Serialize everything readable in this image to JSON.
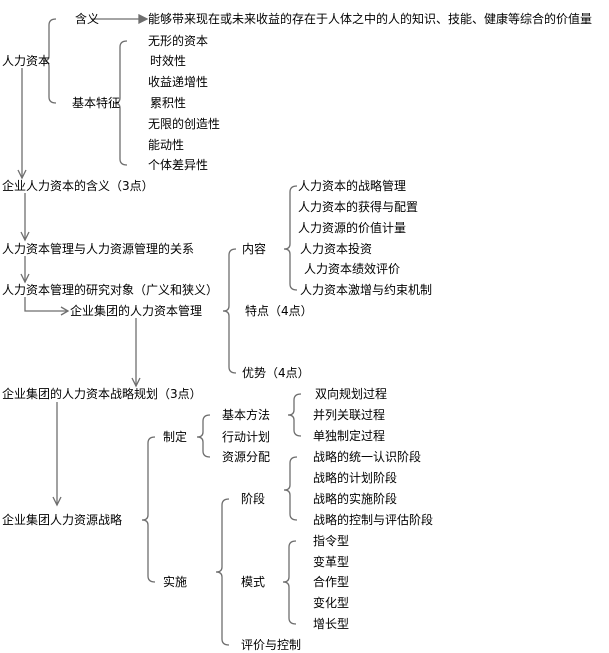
{
  "human_capital": {
    "root": "人力资本",
    "meaning_label": "含义",
    "meaning_text": "能够带来现在或未来收益的存在于人体之中的人的知识、技能、健康等综合的价值量",
    "features_label": "基本特征",
    "features": [
      "无形的资本",
      "时效性",
      "收益递增性",
      "累积性",
      "无限的创造性",
      "能动性",
      "个体差异性"
    ]
  },
  "flow": {
    "enterprise_meaning": "企业人力资本的含义（3点）",
    "relation": "人力资本管理与人力资源管理的关系",
    "research_object": "人力资本管理的研究对象（广义和狭义）",
    "group_management": "企业集团的人力资本管理",
    "strategic_planning": "企业集团的人力资本战略规划（3点）",
    "hr_strategy": "企业集团人力资源战略"
  },
  "group_management": {
    "content_label": "内容",
    "content_items": [
      "人力资本的战略管理",
      "人力资本的获得与配置",
      "人力资源的价值计量",
      "人力资本投资",
      "人力资本绩效评价",
      "人力资本激增与约束机制"
    ],
    "features_label": "特点（4点）",
    "advantages_label": "优势（4点）"
  },
  "hr_strategy": {
    "formulation_label": "制定",
    "formulation_items": [
      "基本方法",
      "行动计划",
      "资源分配"
    ],
    "basic_methods": [
      "双向规划过程",
      "并列关联过程",
      "单独制定过程"
    ],
    "implementation_label": "实施",
    "stage_label": "阶段",
    "stages": [
      "战略的统一认识阶段",
      "战略的计划阶段",
      "战略的实施阶段",
      "战略的控制与评估阶段"
    ],
    "mode_label": "模式",
    "modes": [
      "指令型",
      "变革型",
      "合作型",
      "变化型",
      "增长型"
    ],
    "evaluation_label": "评价与控制"
  },
  "colors": {
    "line": "#6e6e6e",
    "text": "#000000"
  }
}
